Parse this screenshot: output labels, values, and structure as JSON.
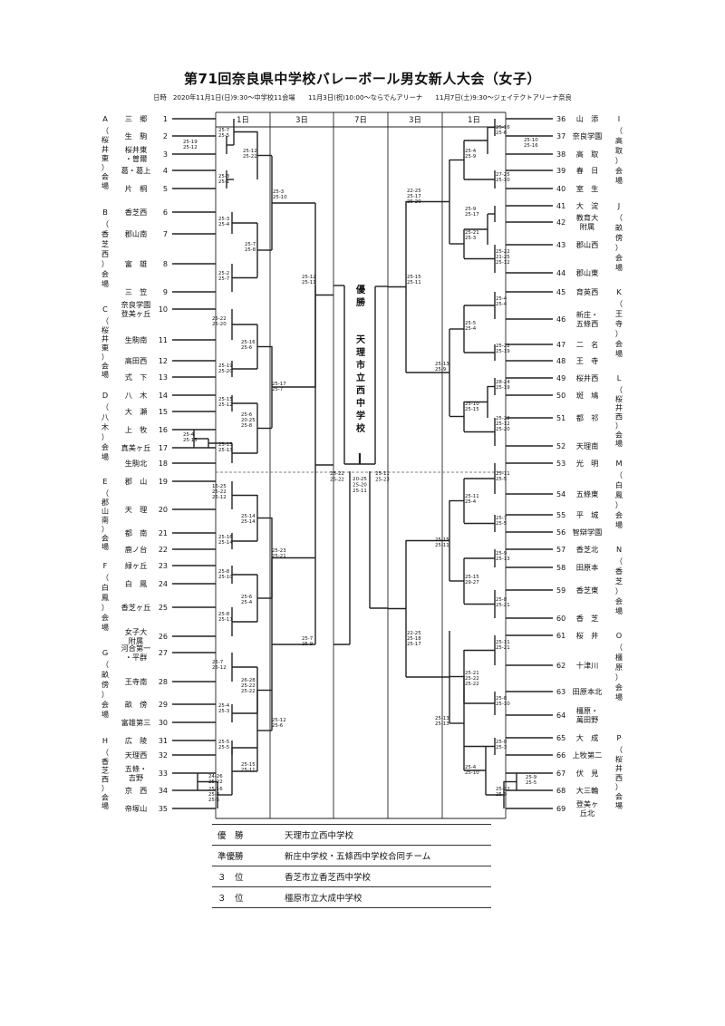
{
  "title": "第71回奈良県中学校バレーボール男女新人大会（女子）",
  "schedule": "日時　2020年11月1日(日)9:30～中学校11会場　　11月3日(祝)10:00～ならでんアリーナ　　11月7日(土)9:30～ジェイテクトアリーナ奈良",
  "columns": {
    "left": [
      "1日",
      "3日"
    ],
    "center": "7日",
    "right": [
      "3日",
      "1日"
    ]
  },
  "champion": {
    "label": "優勝",
    "name": "天理市立西中学校",
    "final_scores_left": [
      "25-22",
      "25-22"
    ],
    "final_scores_center": [
      "20-25",
      "25-20",
      "25-11"
    ],
    "final_scores_right": [
      "25-11",
      "25-23"
    ]
  },
  "venues_left": [
    {
      "letter": "A",
      "name": "（桜井東）会場"
    },
    {
      "letter": "B",
      "name": "（香芝西）会場"
    },
    {
      "letter": "C",
      "name": "（桜井東）会場"
    },
    {
      "letter": "D",
      "name": "（八木）会場"
    },
    {
      "letter": "E",
      "name": "（郡山南）会場"
    },
    {
      "letter": "F",
      "name": "（白鳳）会場"
    },
    {
      "letter": "G",
      "name": "（畝傍）会場"
    },
    {
      "letter": "H",
      "name": "（香芝西）会場"
    }
  ],
  "venues_right": [
    {
      "letter": "I",
      "name": "（高取）会場"
    },
    {
      "letter": "J",
      "name": "（畝傍）会場"
    },
    {
      "letter": "K",
      "name": "（王寺）会場"
    },
    {
      "letter": "L",
      "name": "（桜井西）会場"
    },
    {
      "letter": "M",
      "name": "（白鳳）会場"
    },
    {
      "letter": "N",
      "name": "（香芝）会場"
    },
    {
      "letter": "O",
      "name": "（橿原）会場"
    },
    {
      "letter": "P",
      "name": "（桜井西）会場"
    }
  ],
  "teams_left": [
    {
      "num": "1",
      "name": "三郷"
    },
    {
      "num": "2",
      "name": "生駒"
    },
    {
      "num": "3",
      "name": "桜井東・曽爾"
    },
    {
      "num": "4",
      "name": "葛・葛上"
    },
    {
      "num": "5",
      "name": "片桐"
    },
    {
      "num": "6",
      "name": "香芝西"
    },
    {
      "num": "7",
      "name": "郡山南"
    },
    {
      "num": "8",
      "name": "富雄"
    },
    {
      "num": "9",
      "name": "三笠"
    },
    {
      "num": "10",
      "name": "奈良学園登美ヶ丘"
    },
    {
      "num": "11",
      "name": "生駒南"
    },
    {
      "num": "12",
      "name": "高田西"
    },
    {
      "num": "13",
      "name": "式下"
    },
    {
      "num": "14",
      "name": "八木"
    },
    {
      "num": "15",
      "name": "大瀬"
    },
    {
      "num": "16",
      "name": "上牧"
    },
    {
      "num": "17",
      "name": "真美ヶ丘"
    },
    {
      "num": "18",
      "name": "生駒北"
    },
    {
      "num": "19",
      "name": "郡山"
    },
    {
      "num": "20",
      "name": "天理"
    },
    {
      "num": "21",
      "name": "都南"
    },
    {
      "num": "22",
      "name": "鹿ノ台"
    },
    {
      "num": "23",
      "name": "緑ヶ丘"
    },
    {
      "num": "24",
      "name": "白鳳"
    },
    {
      "num": "25",
      "name": "香芝ヶ丘"
    },
    {
      "num": "26",
      "name": "女子大附属"
    },
    {
      "num": "27",
      "name": "河合第一・平群"
    },
    {
      "num": "28",
      "name": "王寺南"
    },
    {
      "num": "29",
      "name": "畝傍"
    },
    {
      "num": "30",
      "name": "富雄第三"
    },
    {
      "num": "31",
      "name": "広陵"
    },
    {
      "num": "32",
      "name": "天理西"
    },
    {
      "num": "33",
      "name": "五條・吉野"
    },
    {
      "num": "34",
      "name": "京西"
    },
    {
      "num": "35",
      "name": "帝塚山"
    }
  ],
  "teams_right": [
    {
      "num": "36",
      "name": "山添"
    },
    {
      "num": "37",
      "name": "奈良学園"
    },
    {
      "num": "38",
      "name": "高取"
    },
    {
      "num": "39",
      "name": "春日"
    },
    {
      "num": "40",
      "name": "室生"
    },
    {
      "num": "41",
      "name": "大淀"
    },
    {
      "num": "42",
      "name": "教育大附属"
    },
    {
      "num": "43",
      "name": "郡山西"
    },
    {
      "num": "44",
      "name": "郡山東"
    },
    {
      "num": "45",
      "name": "育英西"
    },
    {
      "num": "46",
      "name": "新庄・五條西"
    },
    {
      "num": "47",
      "name": "二名"
    },
    {
      "num": "48",
      "name": "王寺"
    },
    {
      "num": "49",
      "name": "桜井西"
    },
    {
      "num": "50",
      "name": "斑鳩"
    },
    {
      "num": "51",
      "name": "都祁"
    },
    {
      "num": "52",
      "name": "天理南"
    },
    {
      "num": "53",
      "name": "光明"
    },
    {
      "num": "54",
      "name": "五條東"
    },
    {
      "num": "55",
      "name": "平城"
    },
    {
      "num": "56",
      "name": "智辯学園"
    },
    {
      "num": "57",
      "name": "香芝北"
    },
    {
      "num": "58",
      "name": "田原本"
    },
    {
      "num": "59",
      "name": "香芝東"
    },
    {
      "num": "60",
      "name": "香芝"
    },
    {
      "num": "61",
      "name": "桜井"
    },
    {
      "num": "62",
      "name": "十津川"
    },
    {
      "num": "63",
      "name": "田原本北"
    },
    {
      "num": "64",
      "name": "橿原・萬田野"
    },
    {
      "num": "65",
      "name": "大成"
    },
    {
      "num": "66",
      "name": "上牧第二"
    },
    {
      "num": "67",
      "name": "伏見"
    },
    {
      "num": "68",
      "name": "大三輪"
    },
    {
      "num": "69",
      "name": "登美ヶ丘北"
    }
  ],
  "scores": [
    "25-7",
    "25-5",
    "25-19",
    "25-12",
    "25-12",
    "25-22",
    "25-3",
    "25-1",
    "25-3",
    "25-4",
    "25-2",
    "25-7",
    "25-7",
    "25-8",
    "25-3",
    "25-10",
    "25-22",
    "25-20",
    "25-16",
    "25-6",
    "25-19",
    "25-20",
    "25-15",
    "25-12",
    "25-4",
    "25-15",
    "25-15",
    "25-13",
    "25-6",
    "20-25",
    "25-8",
    "25-17",
    "25-7",
    "25-12",
    "25-11",
    "16-25",
    "25-22",
    "25-12",
    "25-14",
    "25-14",
    "25-16",
    "25-14",
    "25-8",
    "25-10",
    "25-8",
    "25-17",
    "25-6",
    "25-4",
    "25-23",
    "25-21",
    "25-7",
    "25-12",
    "25-4",
    "25-3",
    "26-28",
    "25-22",
    "25-22",
    "25-5",
    "25-5",
    "25-12",
    "25-6",
    "24-26",
    "25-22",
    "25-16",
    "25-4",
    "25-5",
    "25-15",
    "25-11",
    "25-7",
    "25-9",
    "25-16",
    "25-6",
    "25-10",
    "25-16",
    "25-4",
    "25-9",
    "27-25",
    "25-10",
    "22-25",
    "25-17",
    "25-20",
    "25-9",
    "25-17",
    "25-21",
    "25-3",
    "25-22",
    "21-25",
    "25-12",
    "25-15",
    "25-11",
    "25-4",
    "25-4",
    "25-5",
    "25-4",
    "25-22",
    "25-19",
    "28-24",
    "25-19",
    "25-10",
    "25-15",
    "25-22",
    "25-12",
    "25-20",
    "25-13",
    "25-9",
    "25-11",
    "25-5",
    "25-11",
    "25-4",
    "25-7",
    "25-5",
    "25-9",
    "25-13",
    "25-15",
    "29-27",
    "25-15",
    "25-11",
    "25-8",
    "25-21",
    "25-11",
    "25-21",
    "25-21",
    "25-22",
    "25-22",
    "25-8",
    "25-10",
    "25-0",
    "25-3",
    "25-4",
    "25-10",
    "25-9",
    "25-5",
    "25-22",
    "25-9",
    "25-13",
    "25-13",
    "22-25",
    "25-18",
    "25-17"
  ],
  "results": [
    {
      "rank": "優　勝",
      "name": "天理市立西中学校"
    },
    {
      "rank": "準優勝",
      "name": "新庄中学校・五條西中学校合同チーム"
    },
    {
      "rank": "３　位",
      "name": "香芝市立香芝西中学校"
    },
    {
      "rank": "３　位",
      "name": "橿原市立大成中学校"
    }
  ]
}
